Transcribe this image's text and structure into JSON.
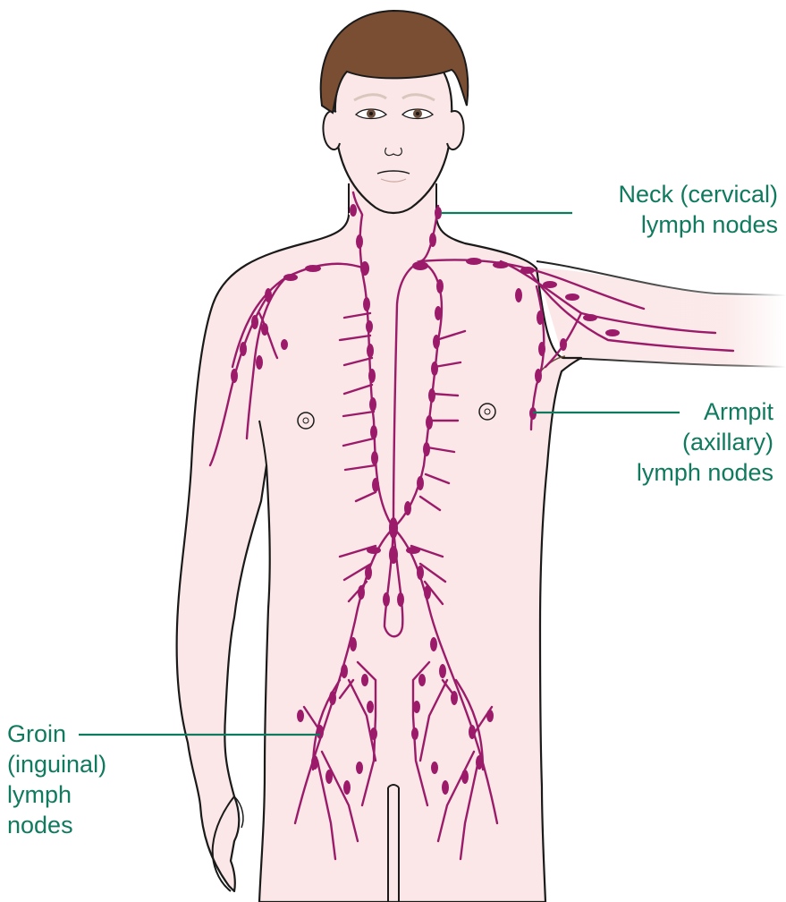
{
  "labels": {
    "neck": {
      "line1": "Neck (cervical)",
      "line2": "lymph nodes"
    },
    "armpit": {
      "line1": "Armpit",
      "line2": "(axillary)",
      "line3": "lymph nodes"
    },
    "groin": {
      "line1": "Groin",
      "line2": "(inguinal)",
      "line3": "lymph",
      "line4": "nodes"
    }
  },
  "colors": {
    "skin": "#fbe7e7",
    "skin_outline": "#1a1a1a",
    "hair": "#7a4e33",
    "lymph": "#9b1b6a",
    "label_text": "#0f7a5e",
    "leader_line": "#0f7a5e"
  }
}
